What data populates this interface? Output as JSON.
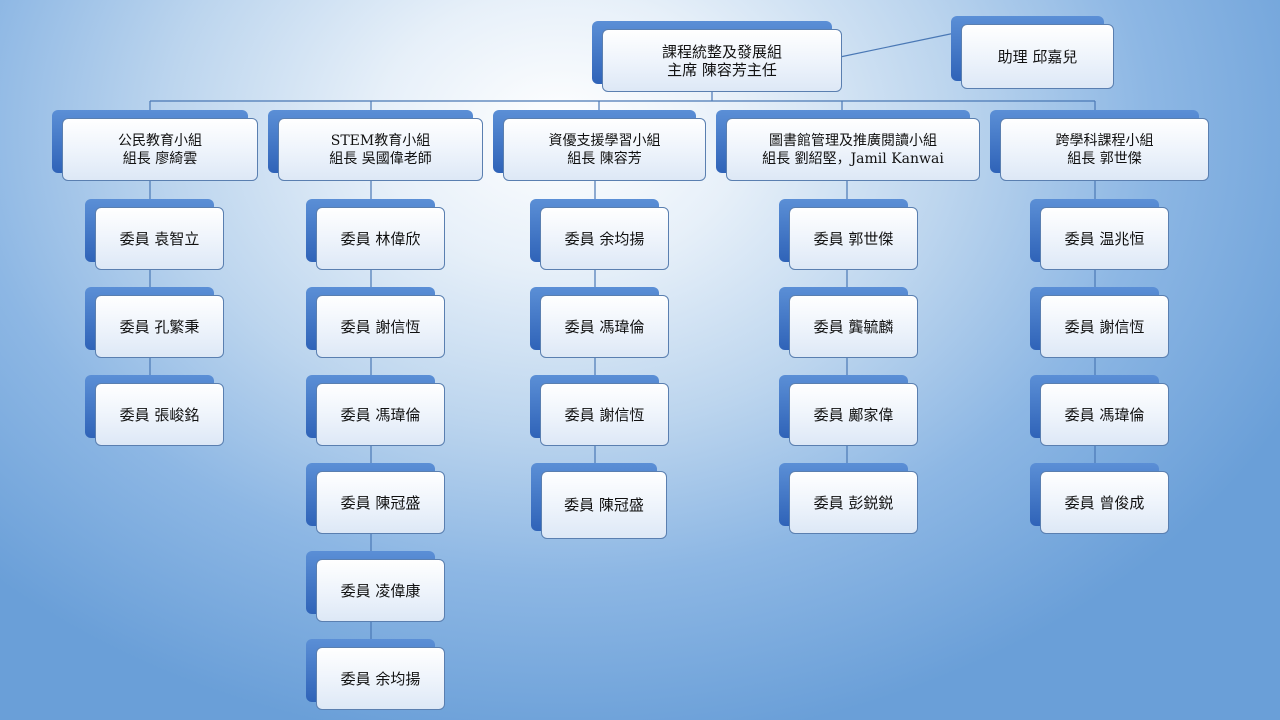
{
  "root": {
    "line1": "課程統整及發展組",
    "line2": "主席  陳容芳主任"
  },
  "assistant": {
    "label": "助理  邱嘉兒"
  },
  "groups": [
    {
      "title": "公民教育小組",
      "leader": "組長  廖綺雲",
      "members": [
        "委員 袁智立",
        "委員 孔繁秉",
        "委員  張峻銘"
      ]
    },
    {
      "title": "STEM教育小組",
      "leader": "組長  吳國偉老師",
      "members": [
        "委員 林偉欣",
        "委員  謝信恆",
        "委員  馮瑋倫",
        "委員 陳冠盛",
        "委員  凌偉康",
        "委員  余均揚"
      ]
    },
    {
      "title": "資優支援學習小組",
      "leader": "組長  陳容芳",
      "members": [
        "委員 余均揚",
        "委員  馮瑋倫",
        "委員 謝信恆",
        "委員 陳冠盛"
      ]
    },
    {
      "title": "圖書館管理及推廣閱讀小組",
      "leader": "組長  劉紹堅，Jamil Kanwai",
      "members": [
        "委員  郭世傑",
        "委員  龔毓麟",
        "委員 鄺家偉",
        "委員 彭鋭鋭"
      ]
    },
    {
      "title": "跨學科課程小組",
      "leader": "組長  郭世傑",
      "members": [
        "委員  温兆恒",
        "委員  謝信恆",
        "委員  馮瑋倫",
        "委員  曾俊成"
      ]
    }
  ],
  "colors": {
    "connector": "#4a78b5",
    "box_back": "#2f63b8",
    "box_border": "#5a7fb0"
  }
}
